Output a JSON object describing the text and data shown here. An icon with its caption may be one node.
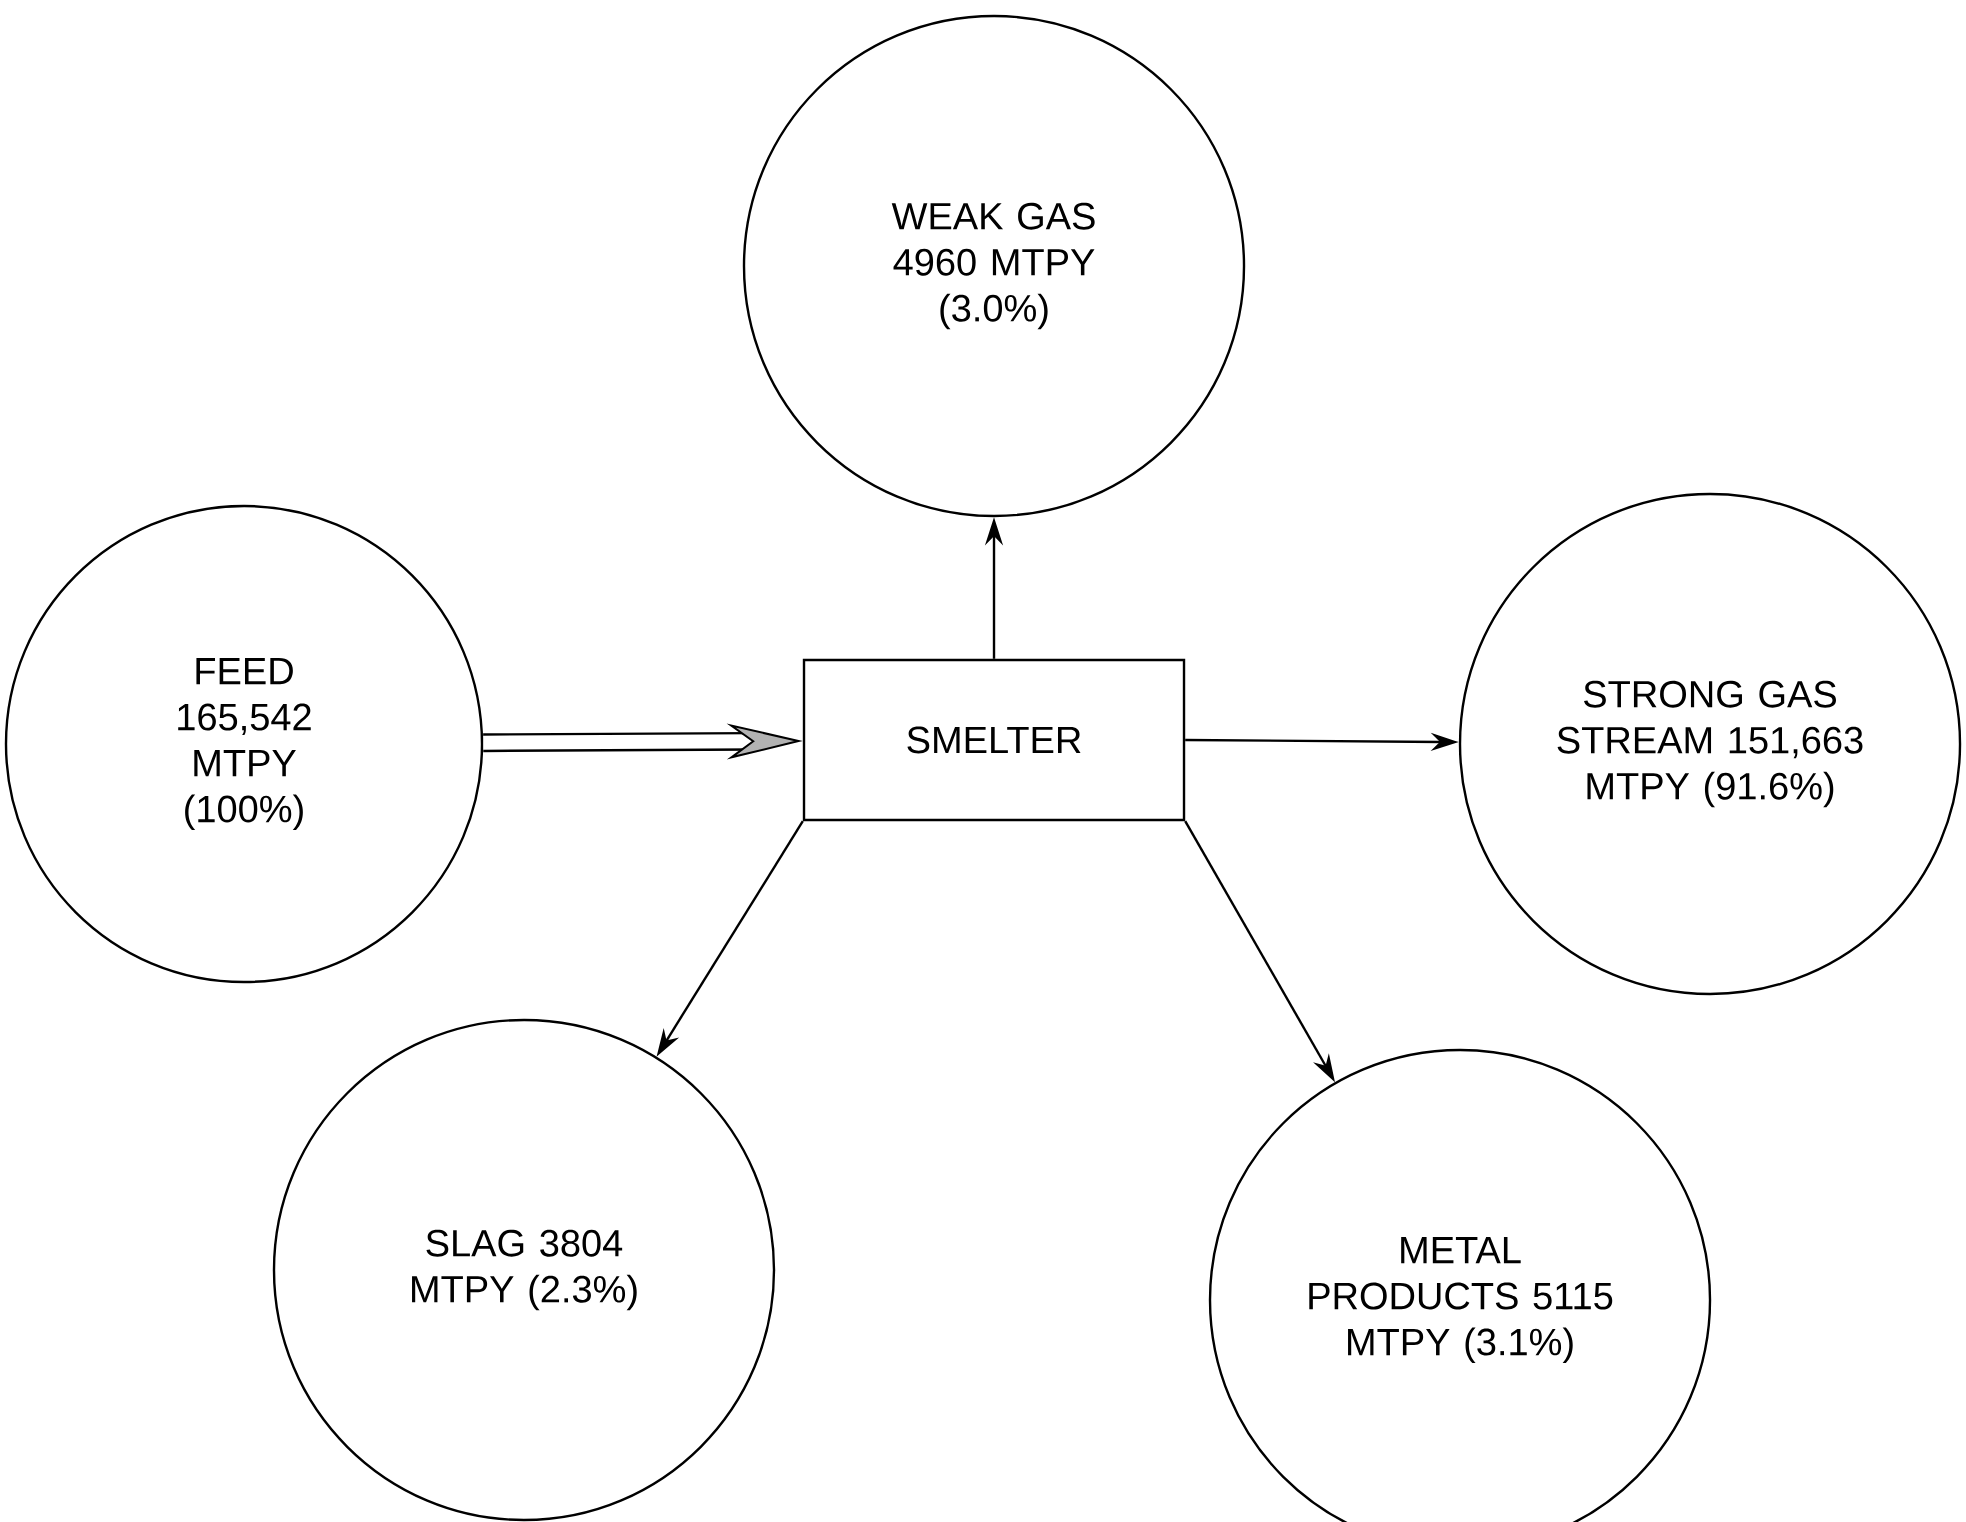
{
  "diagram": {
    "nodes": [
      {
        "text": [
          "FEED 165,542 MTPY (100%)"
        ]
      },
      {
        "text": [
          "WEAK GAS 4960 MTPY (3.0%)"
        ]
      },
      {
        "text": [
          "SMELTER"
        ]
      },
      {
        "text": [
          "STRONG GAS STREAM 151,663 MTPY (91.6%)"
        ]
      },
      {
        "text": [
          "SLAG 3804 MTPY (2.3%)"
        ]
      },
      {
        "text": [
          "METAL PRODUCTS 5115 MTPY (3.1%)"
        ]
      }
    ],
    "edges": [
      {
        "from": 0,
        "to": 2,
        "arrow": "to",
        "style": "thick"
      },
      {
        "from": 2,
        "to": 1,
        "arrow": "to"
      },
      {
        "from": 2,
        "to": 3,
        "arrow": "to"
      },
      {
        "from": 2,
        "to": 4,
        "arrow": "to"
      },
      {
        "from": 2,
        "to": 5,
        "arrow": "to"
      }
    ]
  }
}
